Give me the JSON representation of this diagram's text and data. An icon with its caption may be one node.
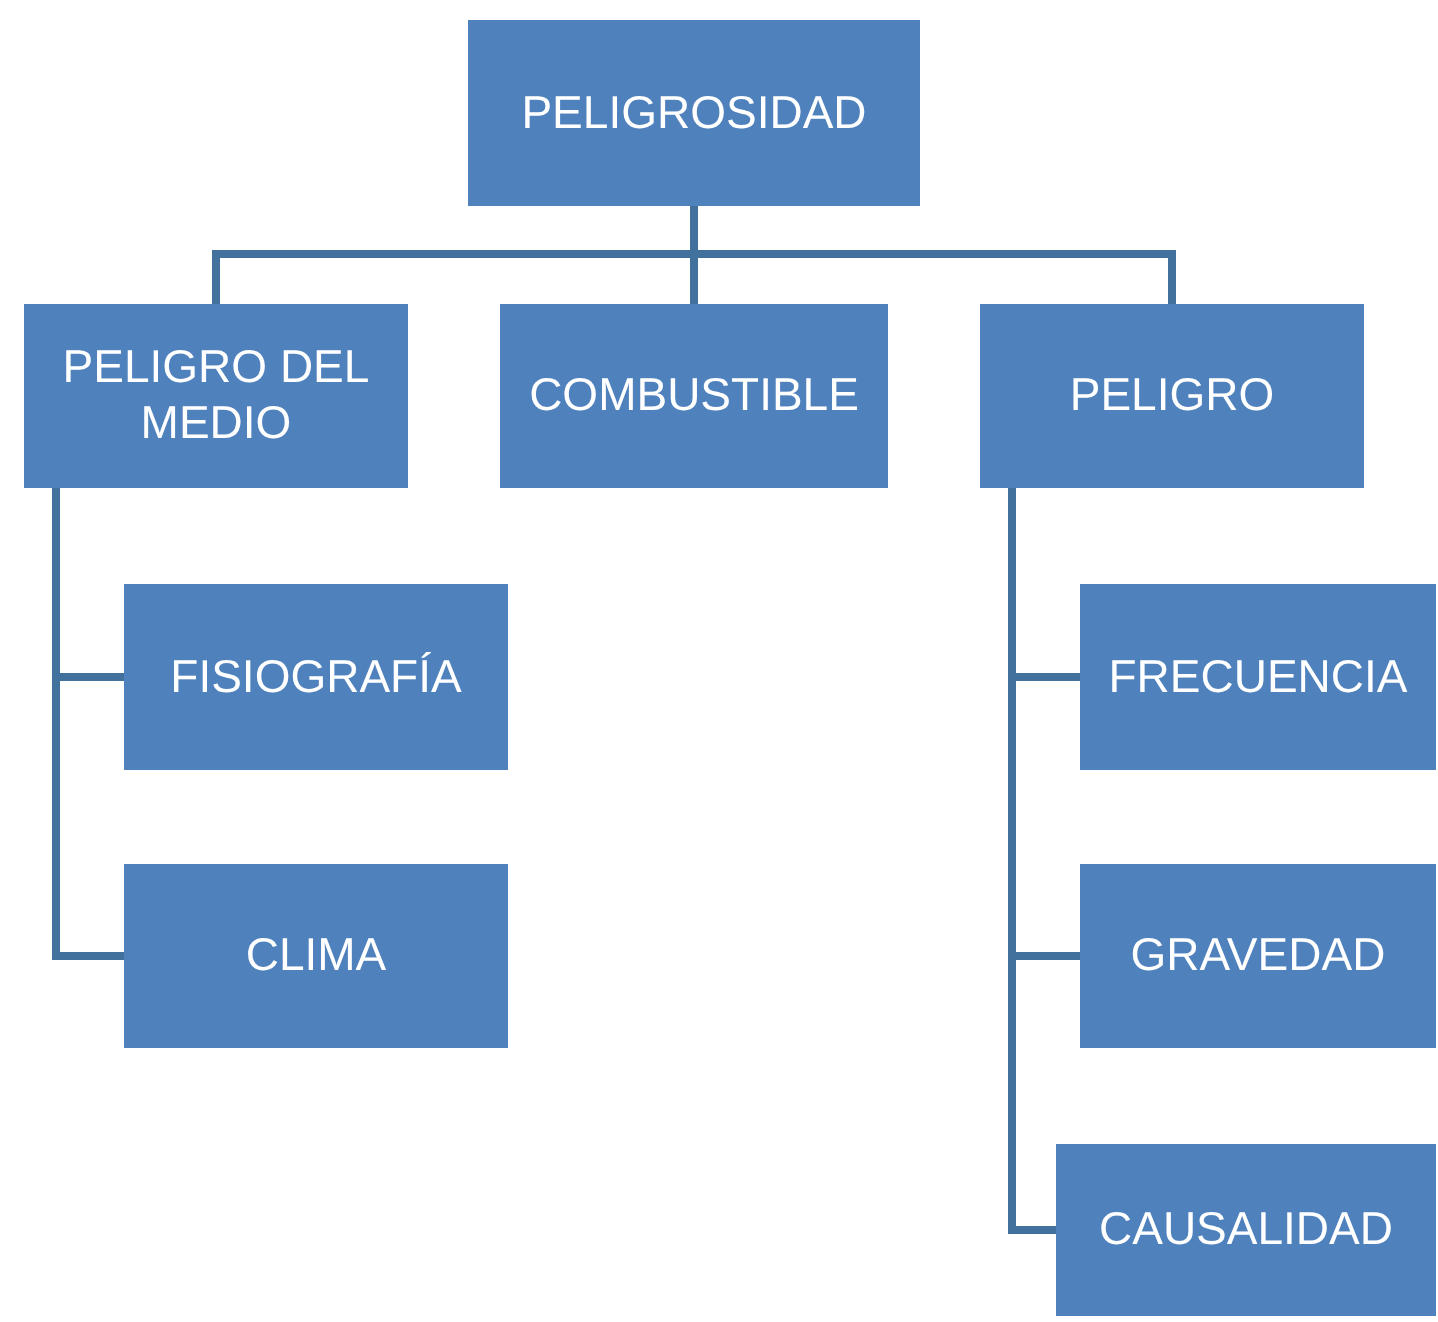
{
  "diagram": {
    "nodes": [
      {
        "text": [
          "PELIGROSIDAD"
        ]
      },
      {
        "text": [
          "PELIGRO DEL MEDIO"
        ]
      },
      {
        "text": [
          "COMBUSTIBLE"
        ]
      },
      {
        "text": [
          "PELIGRO"
        ]
      },
      {
        "text": [
          "FISIOGRAFÍA"
        ]
      },
      {
        "text": [
          "CLIMA"
        ]
      },
      {
        "text": [
          "FRECUENCIA"
        ]
      },
      {
        "text": [
          "GRAVEDAD"
        ]
      },
      {
        "text": [
          "CAUSALIDAD"
        ]
      }
    ],
    "edges": [
      {
        "from": 0,
        "to": 1,
        "arrow": "none"
      },
      {
        "from": 0,
        "to": 2,
        "arrow": "none"
      },
      {
        "from": 0,
        "to": 3,
        "arrow": "none"
      },
      {
        "from": 1,
        "to": 4,
        "arrow": "none"
      },
      {
        "from": 1,
        "to": 5,
        "arrow": "none"
      },
      {
        "from": 3,
        "to": 6,
        "arrow": "none"
      },
      {
        "from": 3,
        "to": 7,
        "arrow": "none"
      },
      {
        "from": 3,
        "to": 8,
        "arrow": "none"
      }
    ]
  }
}
